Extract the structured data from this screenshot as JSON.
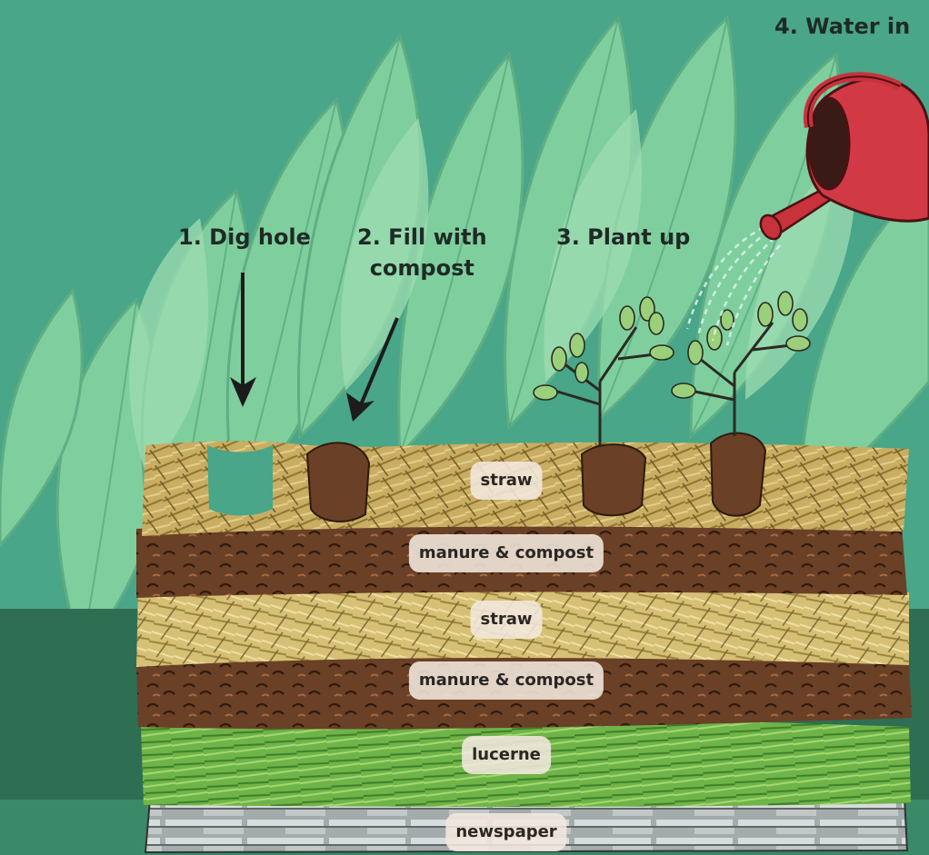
{
  "steps": {
    "dig": "1. Dig hole",
    "fill_line1": "2. Fill with",
    "fill_line2": "compost",
    "plant": "3. Plant up",
    "water": "4. Water in"
  },
  "layers": [
    {
      "label": "straw"
    },
    {
      "label": "manure & compost"
    },
    {
      "label": "straw"
    },
    {
      "label": "manure & compost"
    },
    {
      "label": "lucerne"
    },
    {
      "label": "newspaper"
    }
  ],
  "colors": {
    "background": "#3e9a80",
    "leaf": "#7fcf9e",
    "straw": "#cdb46a",
    "manure": "#5e3a22",
    "lucerne": "#74b84a",
    "newspaper": "#9aa3a3",
    "watering_can": "#c8323a",
    "label_pill": "#f2e8de"
  },
  "icons": [
    "down-arrow-icon",
    "watering-can-icon",
    "seedling-icon",
    "leaf-icon"
  ]
}
